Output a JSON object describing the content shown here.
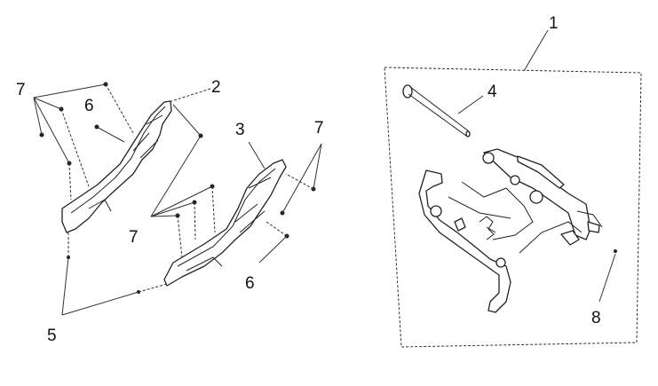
{
  "callouts": {
    "c1": "1",
    "c2": "2",
    "c3": "3",
    "c4": "4",
    "c5": "5",
    "c6_left": "6",
    "c6_bottom": "6",
    "c7_left": "7",
    "c7_center": "7",
    "c7_right": "7",
    "c8": "8"
  },
  "colors": {
    "line": "#333333",
    "background": "#ffffff"
  },
  "icons": {
    "left_assembly": "left-side-cover-icon",
    "right_assembly": "right-side-cover-icon",
    "stand_assembly": "main-stand-assembly-icon"
  }
}
